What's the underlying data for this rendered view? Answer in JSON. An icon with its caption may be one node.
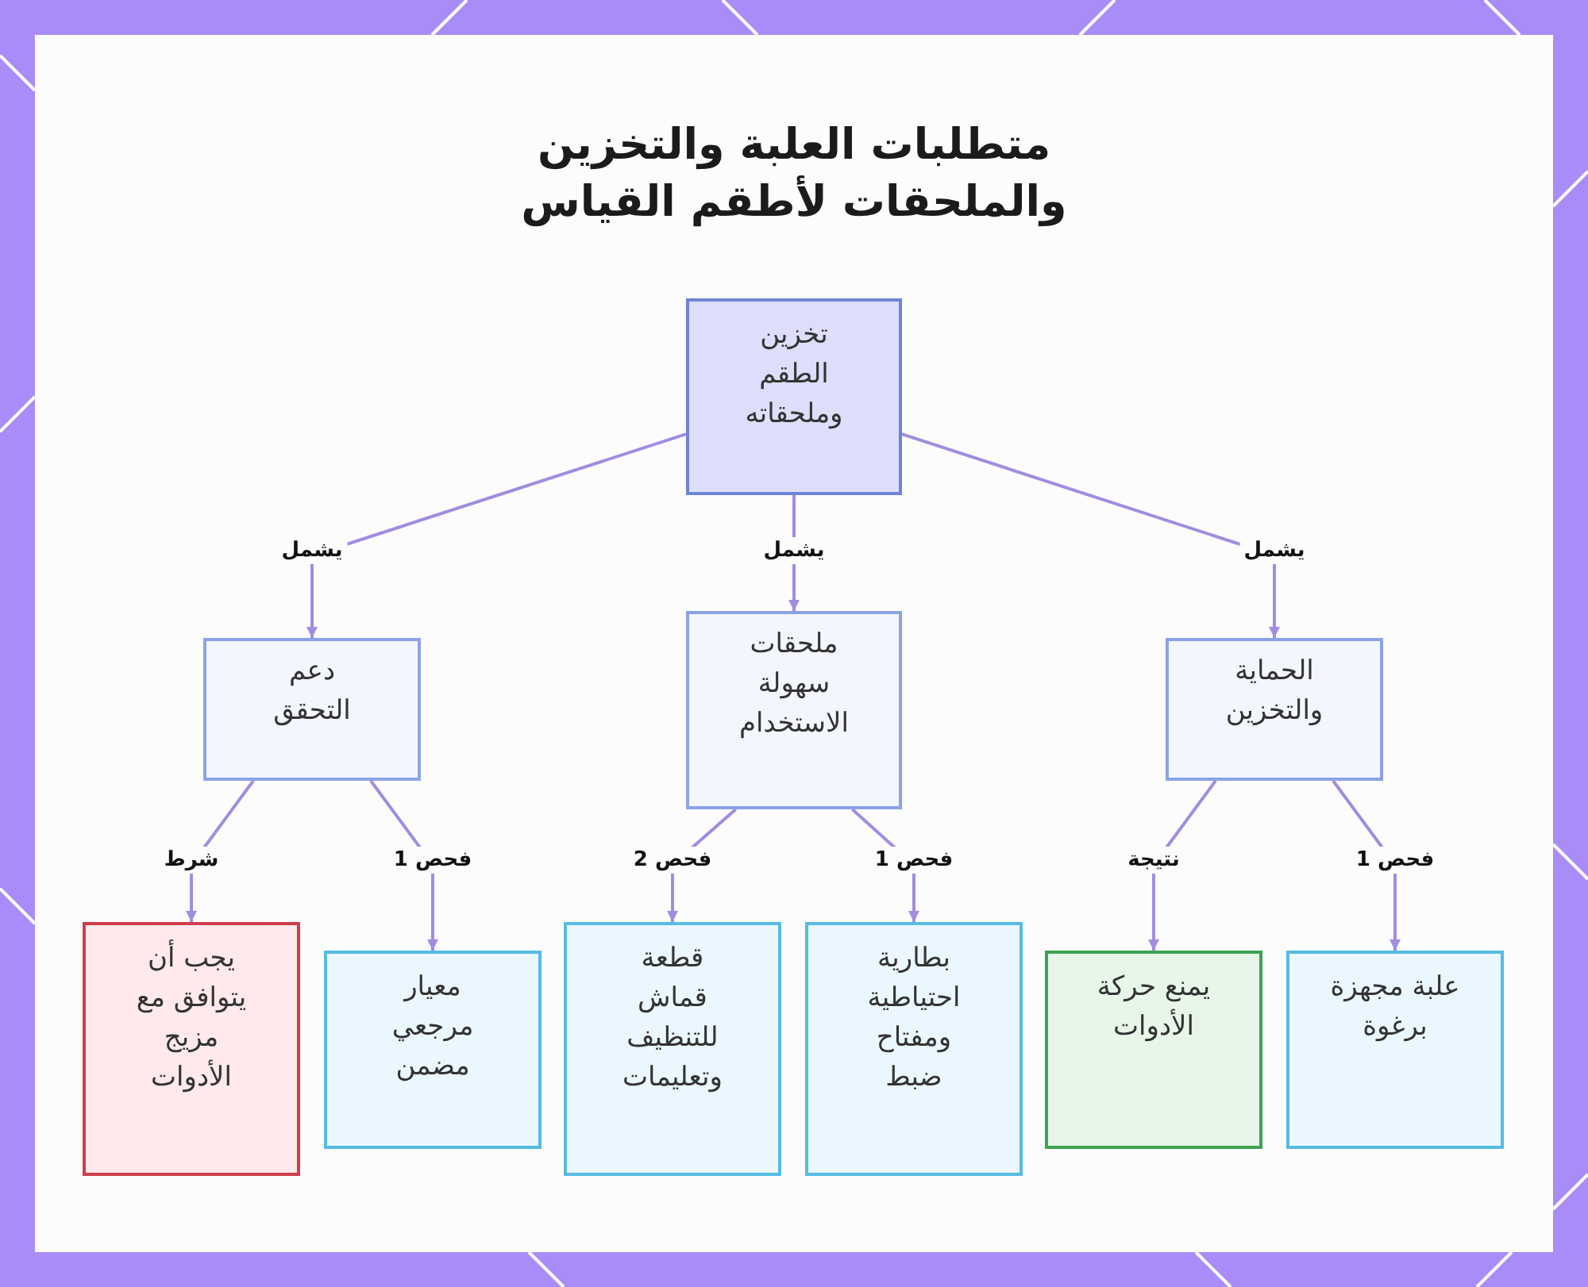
{
  "diagram": {
    "title": "متطلبات العلبة والتخزين والملحقات لأطقم القياس",
    "nodes": [
      {
        "text": [
          "تخزين الطقم وملحقاته"
        ]
      },
      {
        "text": [
          "الحماية والتخزين"
        ]
      },
      {
        "text": [
          "ملحقات سهولة الاستخدام"
        ]
      },
      {
        "text": [
          "دعم التحقق"
        ]
      },
      {
        "text": [
          "علبة مجهزة برغوة"
        ]
      },
      {
        "text": [
          "يمنع حركة الأدوات"
        ]
      },
      {
        "text": [
          "بطارية احتياطية ومفتاح ضبط"
        ]
      },
      {
        "text": [
          "قطعة قماش للتنظيف وتعليمات"
        ]
      },
      {
        "text": [
          "معيار مرجعي مضمن"
        ]
      },
      {
        "text": [
          "يجب أن يتوافق مع مزيج الأدوات"
        ]
      }
    ],
    "edges": [
      {
        "from": 0,
        "to": 1,
        "arrow": "to",
        "label": "يشمل"
      },
      {
        "from": 0,
        "to": 2,
        "arrow": "to",
        "label": "يشمل"
      },
      {
        "from": 0,
        "to": 3,
        "arrow": "to",
        "label": "يشمل"
      },
      {
        "from": 1,
        "to": 4,
        "arrow": "to",
        "label": "فحص 1"
      },
      {
        "from": 1,
        "to": 5,
        "arrow": "to",
        "label": "نتيجة"
      },
      {
        "from": 2,
        "to": 6,
        "arrow": "to",
        "label": "فحص 1"
      },
      {
        "from": 2,
        "to": 7,
        "arrow": "to",
        "label": "فحص 2"
      },
      {
        "from": 3,
        "to": 8,
        "arrow": "to",
        "label": "فحص 1"
      },
      {
        "from": 3,
        "to": 9,
        "arrow": "to",
        "label": "شرط"
      }
    ]
  }
}
